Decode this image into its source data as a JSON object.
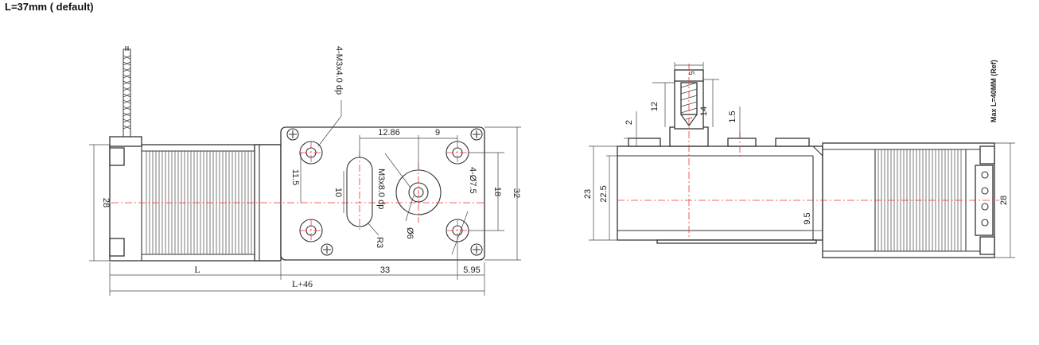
{
  "caption": "L=37mm ( default)",
  "front_view": {
    "dim_L": "L",
    "dim_L46": "L+46",
    "dim_28": "28",
    "dim_32": "32",
    "dim_18": "18",
    "dim_11_5": "11.5",
    "dim_10": "10",
    "dim_12_86": "12.86",
    "dim_9": "9",
    "dim_33": "33",
    "dim_5_95": "5.95",
    "note_mounting": "4-M3x4.0 dp",
    "note_center_thread": "M3x8.0 dp",
    "note_holes": "4-Ø7.5",
    "note_shaft": "Ø6",
    "note_slot": "R3"
  },
  "side_view": {
    "dim_2": "2",
    "dim_12": "12",
    "dim_14": "14",
    "dim_5": "5",
    "dim_1_5": "1.5",
    "dim_23": "23",
    "dim_22_5": "22.5",
    "dim_9_5": "9.5",
    "dim_28": "28",
    "note_max_length": "Max L=40MM (Ref)"
  }
}
